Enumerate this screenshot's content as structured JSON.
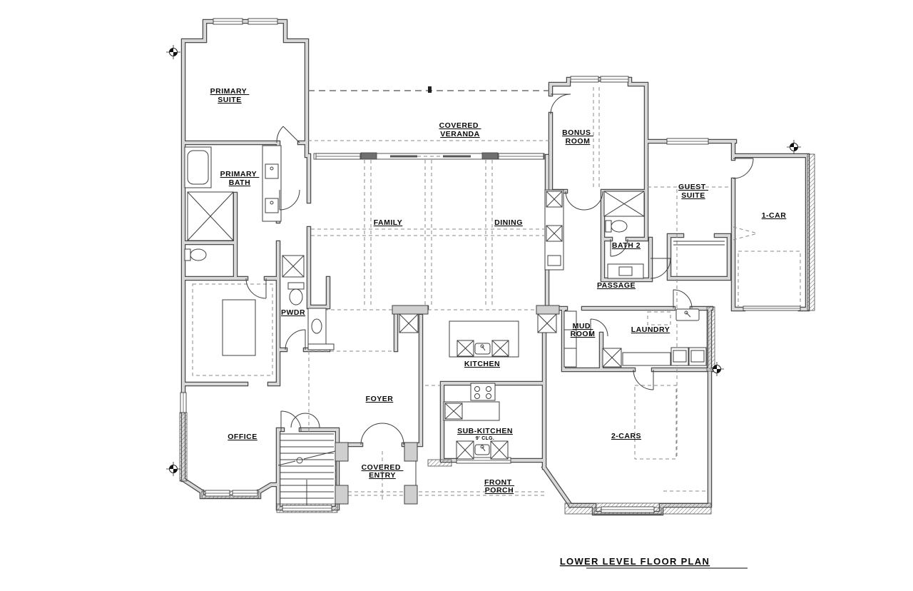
{
  "title": "LOWER LEVEL FLOOR PLAN",
  "rooms": {
    "primary_suite": {
      "line1": "PRIMARY",
      "line2": "SUITE"
    },
    "primary_bath": {
      "line1": "PRIMARY",
      "line2": "BATH"
    },
    "covered_veranda": {
      "line1": "COVERED",
      "line2": "VERANDA"
    },
    "bonus_room": {
      "line1": "BONUS",
      "line2": "ROOM"
    },
    "guest_suite": {
      "line1": "GUEST",
      "line2": "SUITE"
    },
    "one_car": {
      "text": "1-CAR"
    },
    "family": {
      "text": "FAMILY"
    },
    "dining": {
      "text": "DINING"
    },
    "bath_2": {
      "text": "BATH 2"
    },
    "passage": {
      "text": "PASSAGE"
    },
    "pwdr": {
      "text": "PWDR"
    },
    "mud_room": {
      "line1": "MUD",
      "line2": "ROOM"
    },
    "laundry": {
      "text": "LAUNDRY"
    },
    "kitchen": {
      "text": "KITCHEN"
    },
    "sub_kitchen": {
      "text": "SUB-KITCHEN",
      "note": "9' CLG."
    },
    "foyer": {
      "text": "FOYER"
    },
    "office": {
      "text": "OFFICE"
    },
    "covered_entry": {
      "line1": "COVERED",
      "line2": "ENTRY"
    },
    "front_porch": {
      "line1": "FRONT",
      "line2": "PORCH"
    },
    "two_cars": {
      "text": "2-CARS"
    }
  },
  "colors": {
    "wall_fill": "#d8d8d8",
    "wall_edge": "#4a4a4a",
    "line": "#3f3f3f",
    "dashed": "#8a8a8a",
    "label": "#0a0a0a",
    "background": "#ffffff"
  }
}
